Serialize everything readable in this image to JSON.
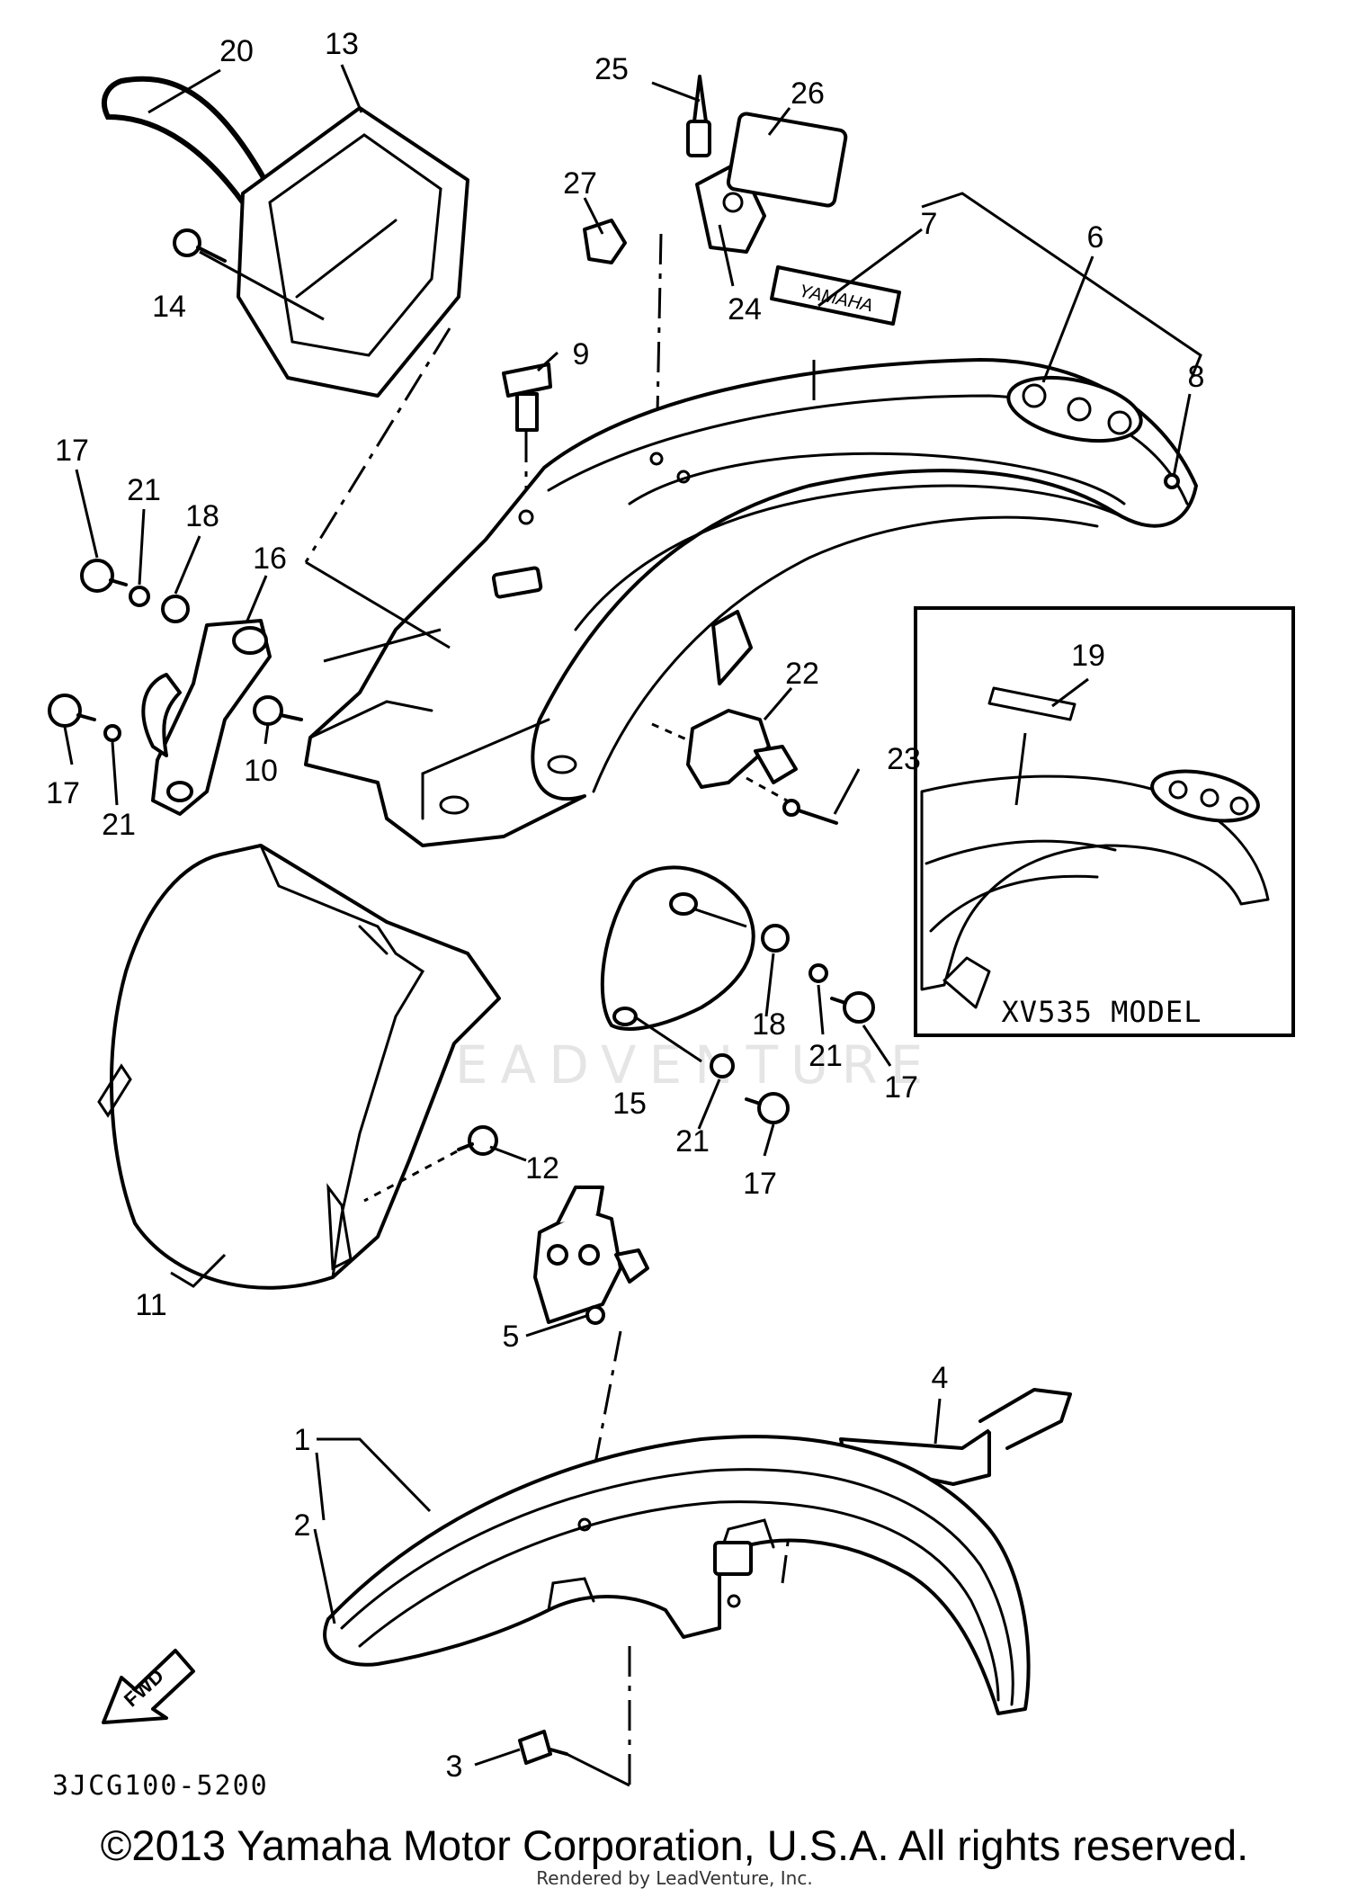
{
  "callouts": [
    "1",
    "2",
    "3",
    "4",
    "5",
    "6",
    "7",
    "8",
    "9",
    "10",
    "11",
    "12",
    "13",
    "14",
    "15",
    "16",
    "17",
    "17",
    "17",
    "17",
    "18",
    "18",
    "19",
    "20",
    "21",
    "21",
    "21",
    "21",
    "22",
    "23",
    "24",
    "25",
    "26",
    "27"
  ],
  "inset": {
    "title": "XV535 MODEL"
  },
  "catalog_code": "3JCG100-5200",
  "fwd_label": "FWD",
  "decal_text": "YAMAHA",
  "watermark": "LEADVENTURE",
  "copyright": "©2013 Yamaha Motor Corporation, U.S.A. All rights reserved.",
  "rendered_by": "Rendered by LeadVenture, Inc."
}
